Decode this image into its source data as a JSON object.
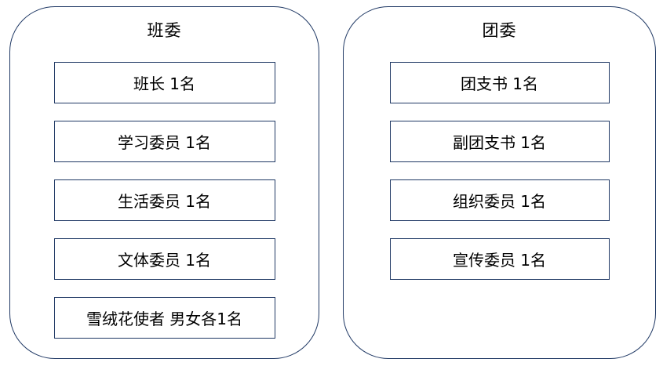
{
  "colors": {
    "line": "#1f3864",
    "text": "#000000",
    "background": "#ffffff"
  },
  "groups": [
    {
      "title": "班委",
      "items": [
        "班长 1名",
        "学习委员 1名",
        "生活委员 1名",
        "文体委员 1名",
        "雪绒花使者 男女各1名"
      ]
    },
    {
      "title": "团委",
      "items": [
        "团支书 1名",
        "副团支书 1名",
        "组织委员 1名",
        "宣传委员 1名"
      ]
    }
  ]
}
